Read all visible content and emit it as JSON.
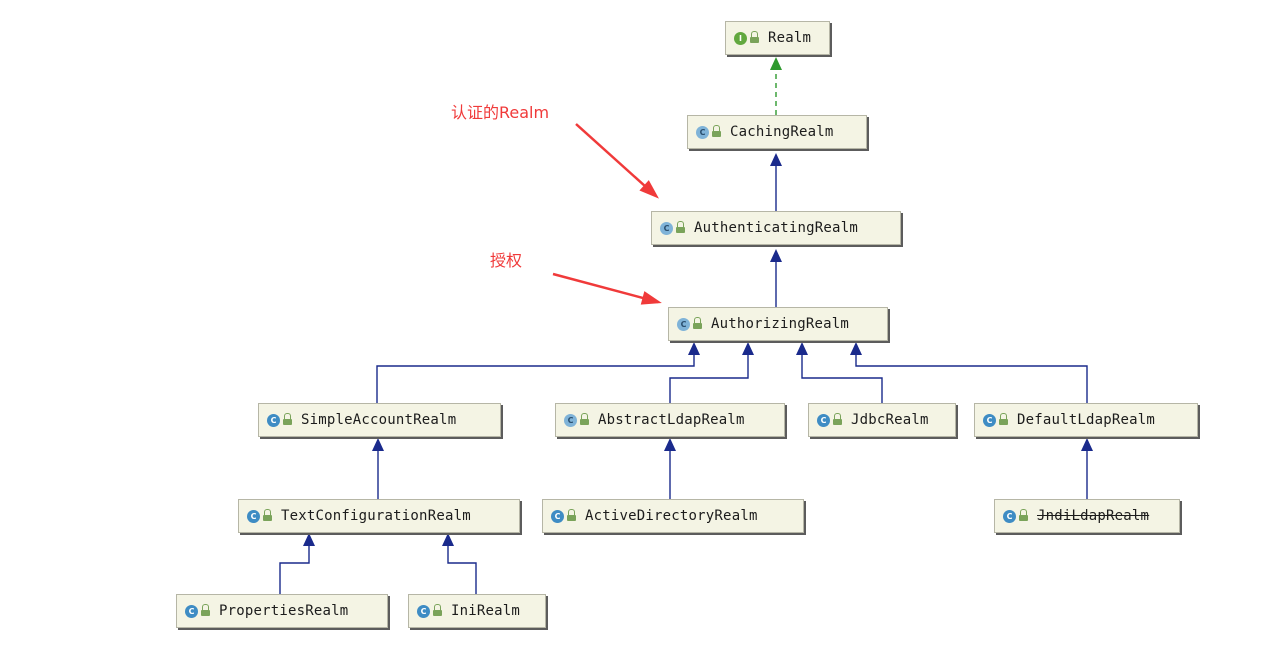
{
  "nodes": {
    "realm": {
      "label": "Realm",
      "kind": "I"
    },
    "caching_realm": {
      "label": "CachingRealm",
      "kind": "C"
    },
    "authenticating_realm": {
      "label": "AuthenticatingRealm",
      "kind": "C"
    },
    "authorizing_realm": {
      "label": "AuthorizingRealm",
      "kind": "C"
    },
    "simple_account_realm": {
      "label": "SimpleAccountRealm",
      "kind": "C"
    },
    "abstract_ldap_realm": {
      "label": "AbstractLdapRealm",
      "kind": "C"
    },
    "jdbc_realm": {
      "label": "JdbcRealm",
      "kind": "C"
    },
    "default_ldap_realm": {
      "label": "DefaultLdapRealm",
      "kind": "C"
    },
    "text_configuration_realm": {
      "label": "TextConfigurationRealm",
      "kind": "C"
    },
    "active_directory_realm": {
      "label": "ActiveDirectoryRealm",
      "kind": "C"
    },
    "jndi_ldap_realm": {
      "label": "JndiLdapRealm",
      "kind": "C"
    },
    "properties_realm": {
      "label": "PropertiesRealm",
      "kind": "C"
    },
    "ini_realm": {
      "label": "IniRealm",
      "kind": "C"
    }
  },
  "annotations": {
    "authentication": "认证的Realm",
    "authorization": "授权"
  },
  "colors": {
    "inheritance": "#1a2a8c",
    "implementation": "#2f9a2f",
    "annotation": "#f03a3a"
  }
}
